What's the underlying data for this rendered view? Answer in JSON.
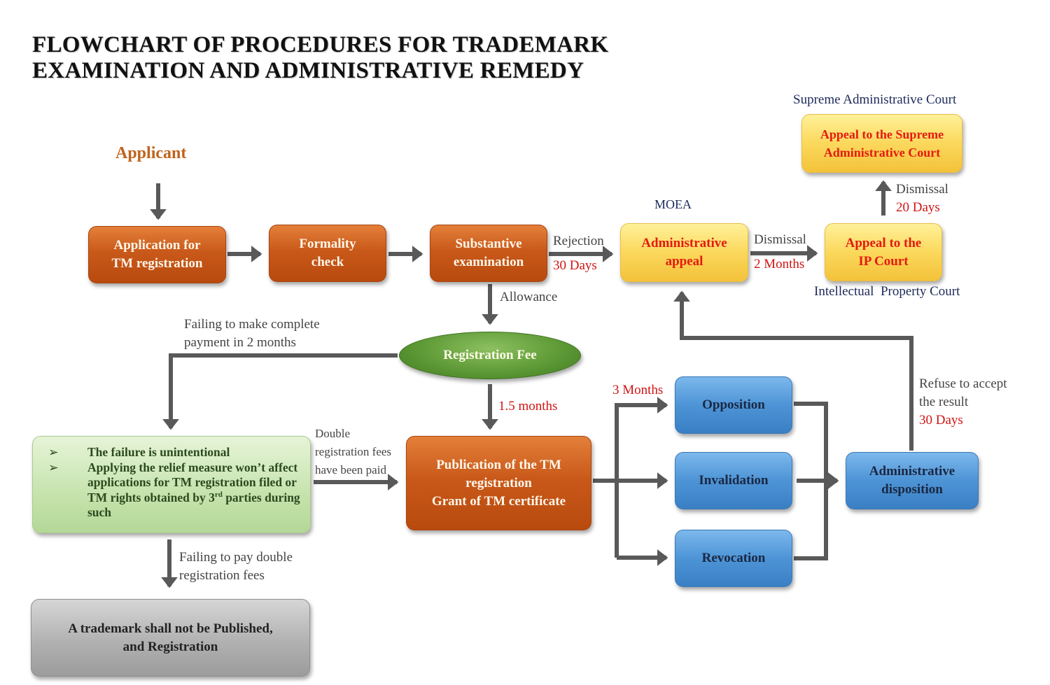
{
  "title": {
    "line1": "FLOWCHART OF PROCEDURES FOR TRADEMARK",
    "line2": "EXAMINATION AND ADMINISTRATIVE REMEDY"
  },
  "colors": {
    "orange_node": "#c9591a",
    "yellow_node": "#fbd85c",
    "blue_node": "#4d94d6",
    "green_ellipse": "#5e9a36",
    "light_green_node": "#c6e3ad",
    "grey_node": "#b1b1b1",
    "connector": "#595959",
    "deadline_red": "#d11414",
    "agency_navy": "#1c2a5a",
    "applicant_orange": "#c0631c"
  },
  "applicant": "Applicant",
  "nodes": {
    "application": {
      "line1": "Application for",
      "line2": "TM registration"
    },
    "formality": {
      "line1": "Formality",
      "line2": "check"
    },
    "substantive": {
      "line1": "Substantive",
      "line2": "examination"
    },
    "admin_appeal": {
      "line1": "Administrative",
      "line2": "appeal"
    },
    "ip_court_appeal": {
      "line1": "Appeal to the",
      "line2": "IP Court"
    },
    "supreme_appeal": {
      "line1": "Appeal to the Supreme",
      "line2": "Administrative Court"
    },
    "registration_fee": "Registration Fee",
    "publication": {
      "line1": "Publication of the TM",
      "line2": "registration",
      "line3": "Grant of TM certificate"
    },
    "relief": {
      "bullet_glyph": "➢",
      "items": [
        "The failure is unintentional",
        "Applying the relief measure won’t affect applications for TM registration filed or TM rights obtained by 3"
      ],
      "item2_sup": "rd",
      "item2_tail": " parties during such"
    },
    "not_published": {
      "line1": "A trademark shall not be Published,",
      "line2": "and Registration"
    },
    "opposition": "Opposition",
    "invalidation": "Invalidation",
    "revocation": "Revocation",
    "admin_disposition": {
      "line1": "Administrative",
      "line2": "disposition"
    }
  },
  "agencies": {
    "moea": "MOEA",
    "supreme_court": "Supreme Administrative Court",
    "ip_court": "Intellectual  Property Court"
  },
  "edge_labels": {
    "rejection": {
      "condition": "Rejection",
      "deadline": "30 Days"
    },
    "dismissal_ip": {
      "condition": "Dismissal",
      "deadline": "2 Months"
    },
    "dismissal_supreme": {
      "condition": "Dismissal",
      "deadline": "20 Days"
    },
    "allowance": "Allowance",
    "failing_payment": {
      "line1": "Failing to make complete",
      "line2": "payment in 2 months"
    },
    "publication_deadline": "1.5 months",
    "double_fees_paid": {
      "line1": "Double",
      "line2": "registration fees",
      "line3": "have been paid"
    },
    "failing_double": {
      "line1": "Failing to pay double",
      "line2": "registration fees"
    },
    "opposition_window": "3 Months",
    "refuse_result": {
      "line1": "Refuse to accept",
      "line2": "the result",
      "deadline": "30 Days"
    }
  }
}
